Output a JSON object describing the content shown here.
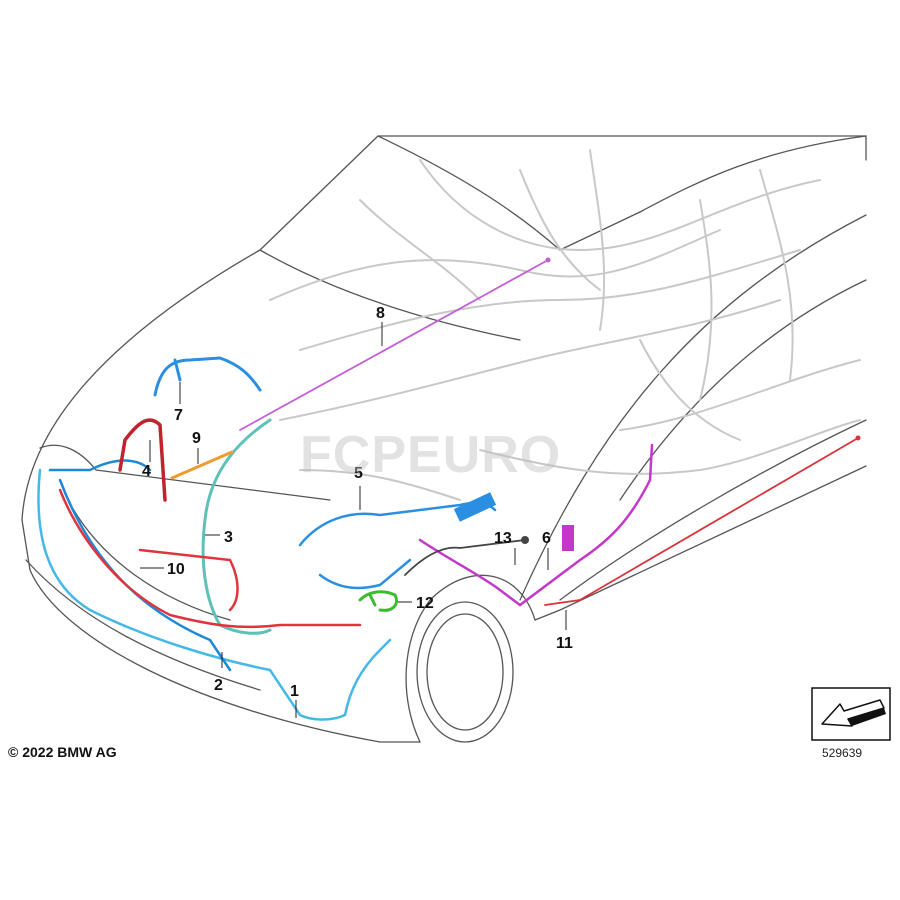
{
  "callouts": [
    "1",
    "2",
    "3",
    "4",
    "5",
    "6",
    "7",
    "8",
    "9",
    "10",
    "11",
    "12",
    "13"
  ],
  "copyright": "© 2022 BMW AG",
  "doc_number": "529639",
  "watermark": "FCPEURO",
  "direction_icon": "front-arrow-icon",
  "colors": {
    "outline": "#555555",
    "ghost": "#c8c8c8",
    "h1": "#45b8e8",
    "h2": "#1e88d8",
    "h3": "#5fc0b8",
    "h4": "#c0222e",
    "h5": "#2a8fe0",
    "h6": "#c338c8",
    "h7": "#2a8fe0",
    "h8": "#c25fd6",
    "h9": "#f39a2c",
    "h10": "#e0343c",
    "h11": "#d8343c",
    "h12": "#3dbb2e",
    "h13": "#444444"
  }
}
